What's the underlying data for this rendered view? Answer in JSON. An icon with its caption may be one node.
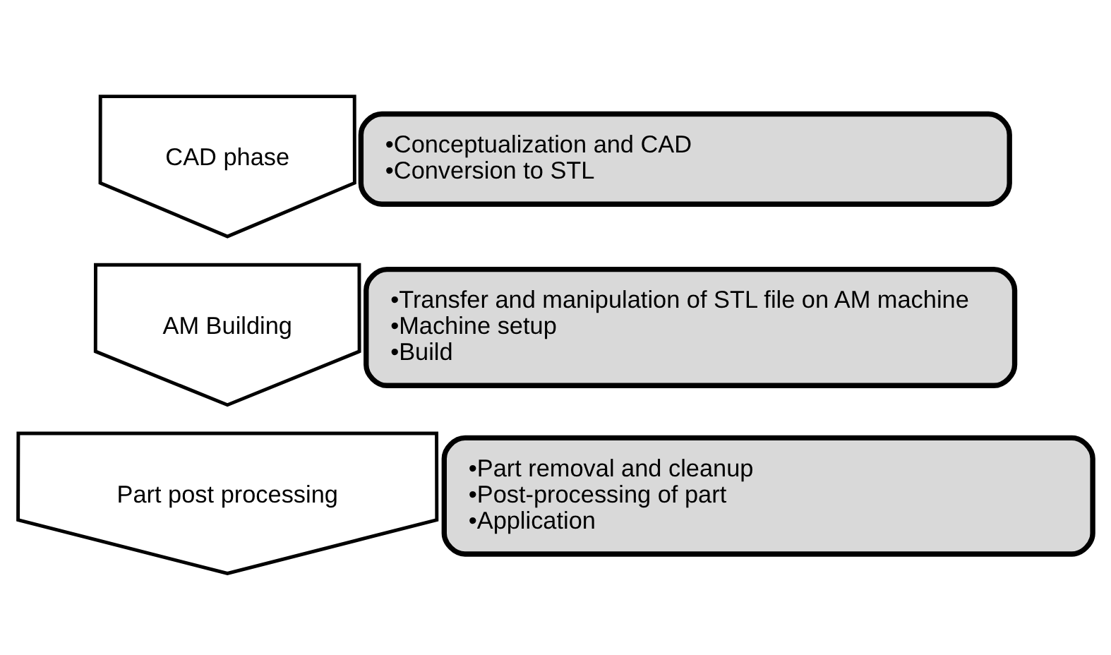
{
  "diagram": {
    "nodes": [
      {
        "text": [
          "CAD phase"
        ]
      },
      {
        "text": [
          "•Conceptualization and CAD",
          "•Conversion to STL"
        ]
      },
      {
        "text": [
          "AM Building"
        ]
      },
      {
        "text": [
          "•Transfer and manipulation of STL file on AM machine",
          "•Machine setup",
          "•Build"
        ]
      },
      {
        "text": [
          "Part post processing"
        ]
      },
      {
        "text": [
          "•Part removal and cleanup",
          "•Post-processing of part",
          "•Application"
        ]
      }
    ]
  }
}
